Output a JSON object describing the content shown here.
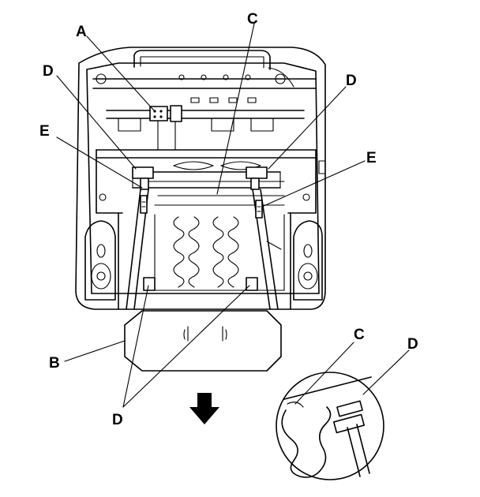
{
  "labels": {
    "a": "A",
    "b": "B",
    "c": "C",
    "c_detail": "C",
    "d_top_left": "D",
    "d_top_right": "D",
    "d_bottom": "D",
    "d_detail": "D",
    "e_left": "E",
    "e_right": "E"
  },
  "icons": {
    "direction_arrow": "arrow-down-icon"
  }
}
